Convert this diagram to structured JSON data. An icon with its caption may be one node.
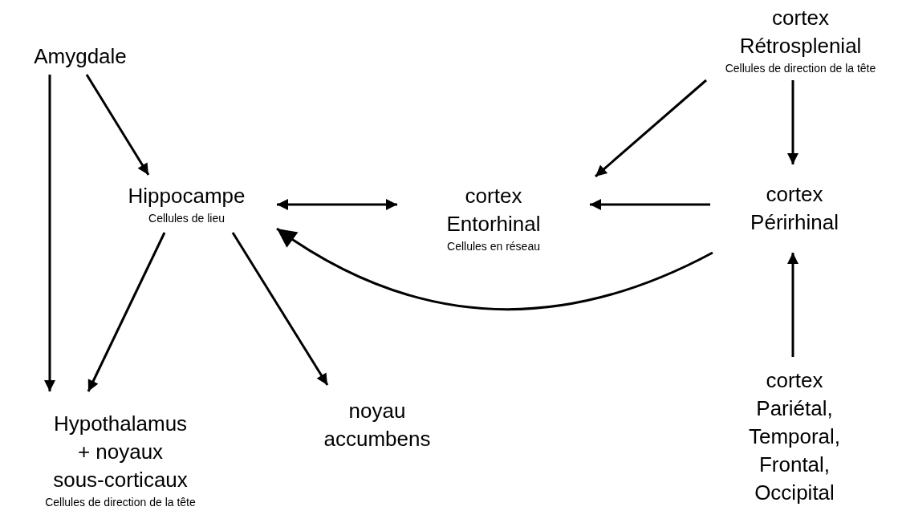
{
  "diagram": {
    "nodes": [
      {
        "text": [
          "Amygdale"
        ]
      },
      {
        "text": [
          "Hippocampe",
          "Cellules de lieu"
        ]
      },
      {
        "text": [
          "cortex Entorhinal",
          "Cellules en réseau"
        ]
      },
      {
        "text": [
          "cortex Rétrosplenial",
          "Cellules de direction de la tête"
        ]
      },
      {
        "text": [
          "cortex Périrhinal"
        ]
      },
      {
        "text": [
          "Hypothalamus + noyaux sous-corticaux",
          "Cellules de direction de la tête"
        ]
      },
      {
        "text": [
          "noyau accumbens"
        ]
      },
      {
        "text": [
          "cortex Pariétal, Temporal, Frontal, Occipital"
        ]
      }
    ],
    "edges": [
      {
        "from": 0,
        "to": 5,
        "arrow": "to"
      },
      {
        "from": 0,
        "to": 1,
        "arrow": "to"
      },
      {
        "from": 1,
        "to": 2,
        "arrow": "both"
      },
      {
        "from": 3,
        "to": 2,
        "arrow": "to"
      },
      {
        "from": 3,
        "to": 4,
        "arrow": "to"
      },
      {
        "from": 4,
        "to": 2,
        "arrow": "to"
      },
      {
        "from": 4,
        "to": 1,
        "arrow": "to"
      },
      {
        "from": 1,
        "to": 5,
        "arrow": "to"
      },
      {
        "from": 1,
        "to": 6,
        "arrow": "to"
      },
      {
        "from": 7,
        "to": 4,
        "arrow": "to"
      }
    ]
  }
}
